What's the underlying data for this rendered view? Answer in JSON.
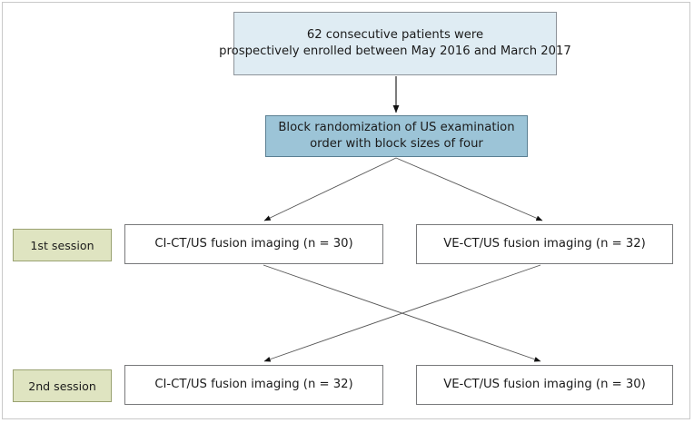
{
  "figure": {
    "type": "flowchart",
    "title": "Study enrollment and randomization flow diagram",
    "colors": {
      "enrollment_box_fill": "#dfecf3",
      "enrollment_box_border": "#8d9399",
      "randomization_box_fill": "#9cc4d7",
      "randomization_box_border": "#5a7f92",
      "session_tag_fill": "#dfe4c1",
      "session_tag_border": "#9aa271",
      "arm_box_fill": "#ffffff",
      "arm_box_border": "#78797b",
      "connector": "#1a1a1a",
      "frame": "#c9c9c9"
    }
  },
  "nodes": {
    "enrollment": {
      "line1": "62 consecutive patients were",
      "line2": "prospectively enrolled between May 2016 and March 2017"
    },
    "randomization": {
      "line1": "Block randomization of US examination",
      "line2": "order with block sizes of four"
    }
  },
  "sessions": [
    {
      "tag": "1st session",
      "arms": [
        {
          "label": "CI-CT/US fusion imaging (n = 30)",
          "modality": "CI-CT/US",
          "n": 30
        },
        {
          "label": "VE-CT/US fusion imaging (n = 32)",
          "modality": "VE-CT/US",
          "n": 32
        }
      ]
    },
    {
      "tag": "2nd session",
      "arms": [
        {
          "label": "CI-CT/US fusion imaging (n = 32)",
          "modality": "CI-CT/US",
          "n": 32
        },
        {
          "label": "VE-CT/US fusion imaging (n = 30)",
          "modality": "VE-CT/US",
          "n": 30
        }
      ]
    }
  ],
  "connectors": [
    {
      "name": "enrollment-to-randomization",
      "kind": "arrow-down"
    },
    {
      "name": "randomization-to-session1-left",
      "kind": "arrow-diagonal"
    },
    {
      "name": "randomization-to-session1-right",
      "kind": "arrow-diagonal"
    },
    {
      "name": "session1-left-to-session2-right",
      "kind": "arrow-crossover"
    },
    {
      "name": "session1-right-to-session2-left",
      "kind": "arrow-crossover"
    }
  ]
}
